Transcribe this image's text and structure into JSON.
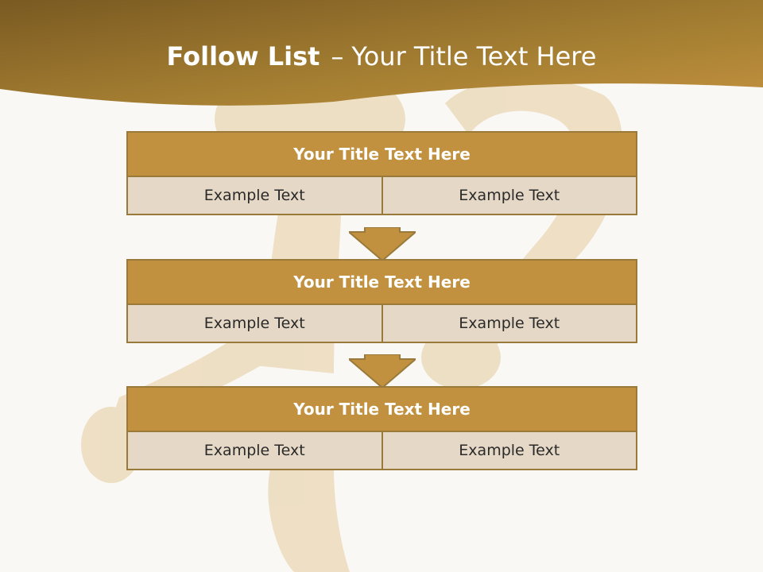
{
  "title": {
    "bold": "Follow List",
    "separator": "–",
    "rest": "Your Title Text Here"
  },
  "colors": {
    "header_gold": "#a57f32",
    "block_title_bg": "#c2913f",
    "block_cell_bg": "#e6d8c6",
    "block_border": "#9a7a3a",
    "arrow": "#c2913f"
  },
  "blocks": [
    {
      "title": "Your Title Text Here",
      "cells": [
        "Example Text",
        "Example Text"
      ]
    },
    {
      "title": "Your Title Text Here",
      "cells": [
        "Example Text",
        "Example Text"
      ]
    },
    {
      "title": "Your Title Text Here",
      "cells": [
        "Example Text",
        "Example Text"
      ]
    }
  ]
}
